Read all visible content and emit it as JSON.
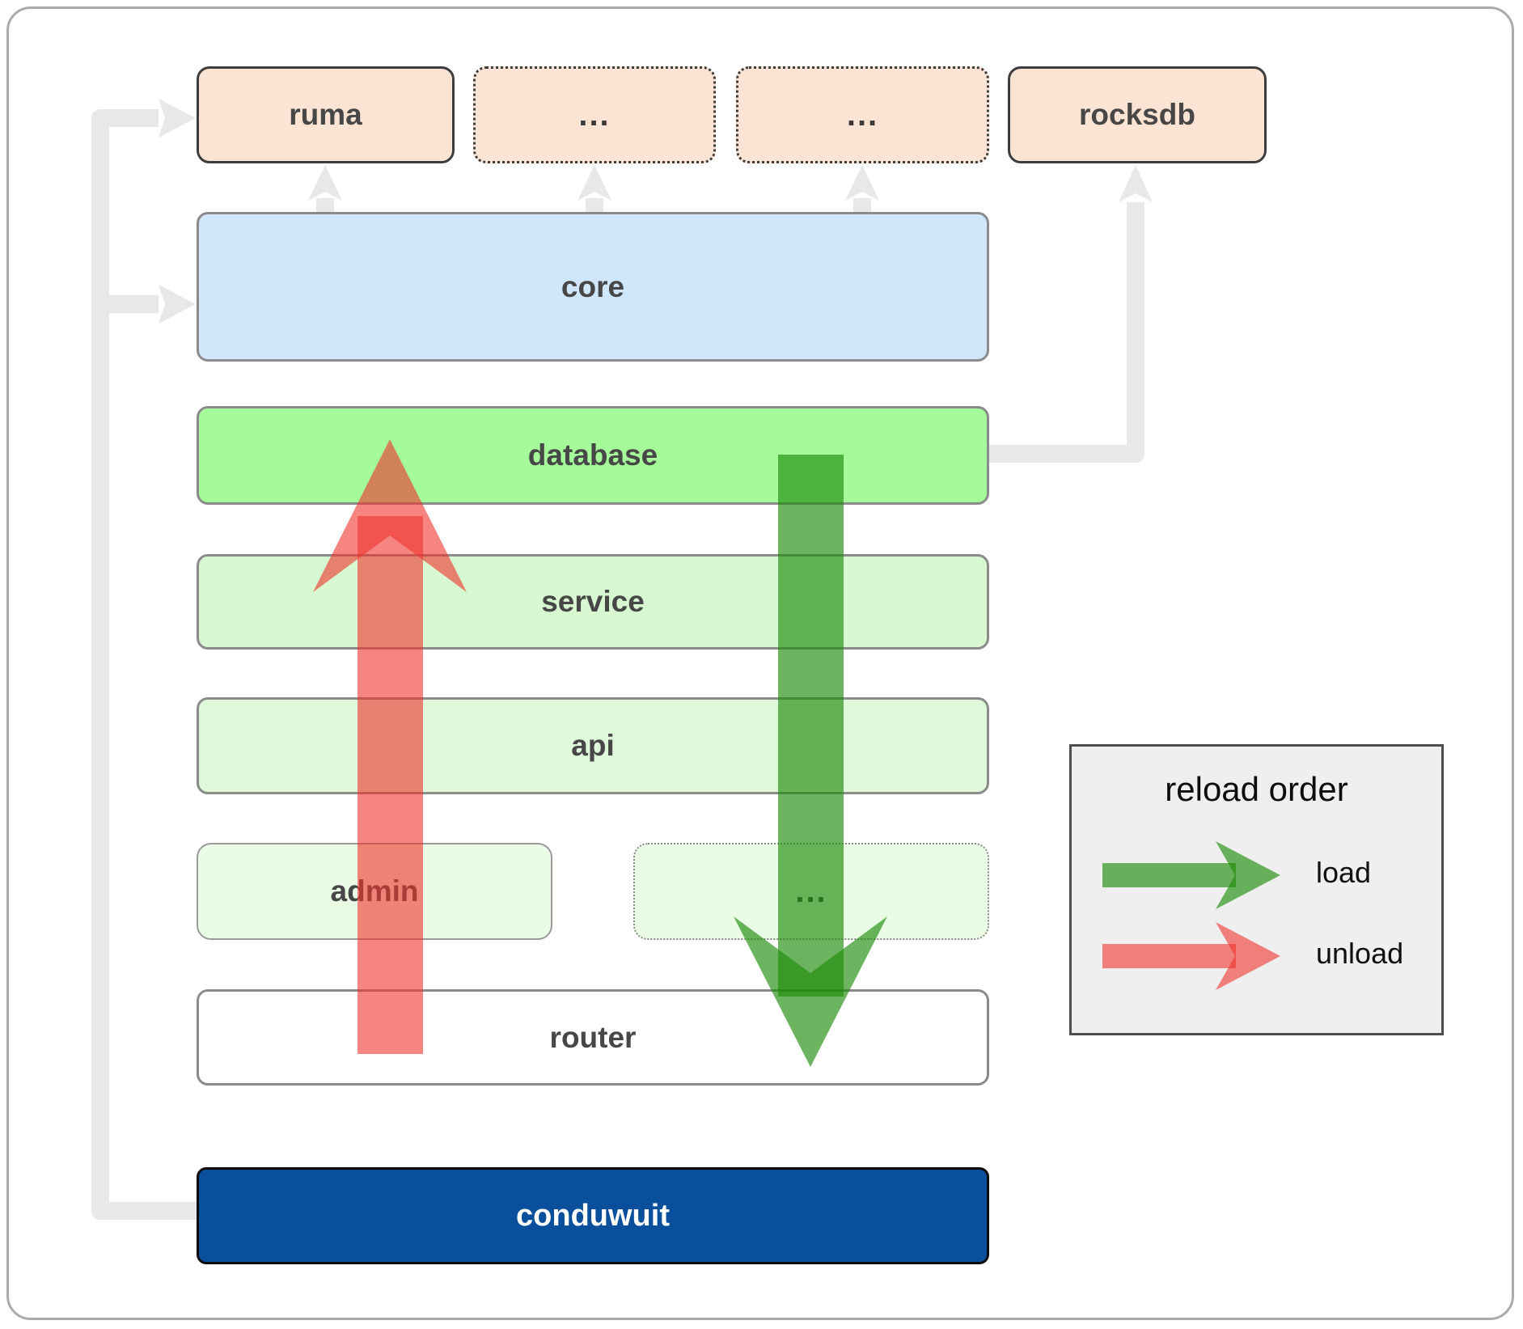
{
  "nodes": {
    "ruma": {
      "label": "ruma"
    },
    "dep_ellipsis_1": {
      "label": "..."
    },
    "dep_ellipsis_2": {
      "label": "..."
    },
    "rocksdb": {
      "label": "rocksdb"
    },
    "core": {
      "label": "core"
    },
    "database": {
      "label": "database"
    },
    "service": {
      "label": "service"
    },
    "api": {
      "label": "api"
    },
    "admin": {
      "label": "admin"
    },
    "service_ellipsis": {
      "label": "..."
    },
    "router": {
      "label": "router"
    },
    "conduwuit": {
      "label": "conduwuit"
    }
  },
  "legend": {
    "title": "reload order",
    "items": [
      {
        "label": "load",
        "color": "rgba(30,140,10,0.65)"
      },
      {
        "label": "unload",
        "color": "rgba(240,50,45,0.6)"
      }
    ]
  },
  "colors": {
    "dependency_fill": "#fce4d4",
    "core_fill": "#d0e6fa",
    "database_fill": "#a5fb9a",
    "service_fill": "#d7f8d0",
    "api_fill": "#def8d9",
    "admin_fill": "#eafbe6",
    "router_fill": "#ffffff",
    "conduwuit_fill": "#0a4f9b",
    "connector_gray": "#e8e8e8",
    "load_arrow": "rgba(30,140,10,0.65)",
    "unload_arrow": "rgba(240,50,45,0.6)"
  }
}
